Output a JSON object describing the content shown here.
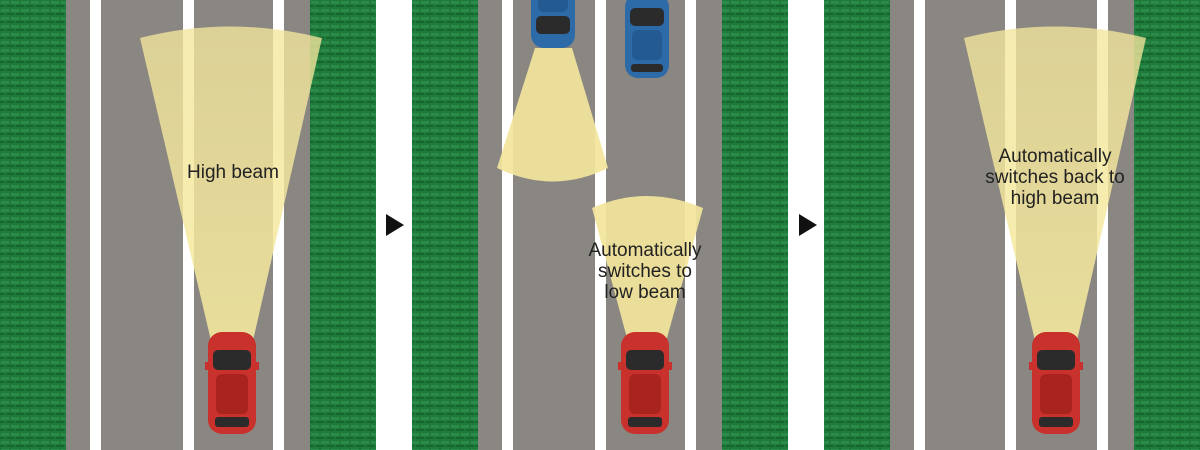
{
  "panels": [
    {
      "label": "High beam"
    },
    {
      "label_lines": [
        "Automatically",
        "switches to",
        "low beam"
      ]
    },
    {
      "label_lines": [
        "Automatically",
        "switches back to",
        "high beam"
      ]
    }
  ],
  "colors": {
    "grass": "#1f7a3c",
    "grass_dark": "#176630",
    "road": "#8a8783",
    "lane_marking": "#ffffff",
    "beam": "#f3e59c",
    "car_red": "#c9312c",
    "car_blue": "#2d6aa8",
    "car_glass": "#2b2b2b",
    "arrow": "#111111"
  },
  "icons": [
    "red-car-icon",
    "blue-car-icon",
    "play-arrow-icon",
    "headlight-beam-icon"
  ]
}
